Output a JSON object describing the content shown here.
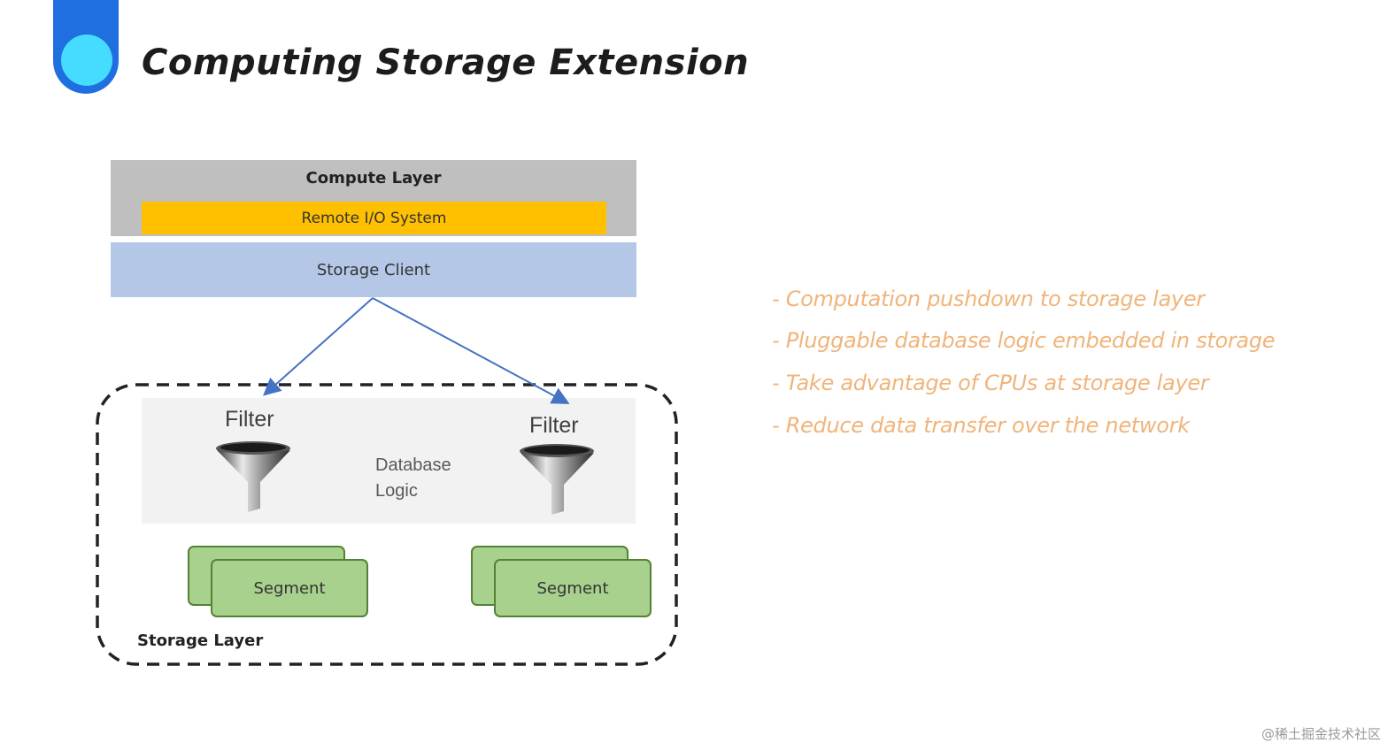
{
  "title": "Computing Storage Extension",
  "colors": {
    "accent_blue": "#1f6fe0",
    "accent_cyan": "#45dcff",
    "compute_layer": "#bfbfbf",
    "remote_io": "#ffc000",
    "storage_client": "#b4c7e7",
    "segment_fill": "#a9d18e",
    "segment_border": "#548235",
    "bullet_text": "#f0b47a",
    "arrow": "#4472c4"
  },
  "diagram": {
    "compute_layer": "Compute Layer",
    "remote_io": "Remote I/O System",
    "storage_client": "Storage Client",
    "filter_left": "Filter",
    "filter_right": "Filter",
    "database_logic_line1": "Database",
    "database_logic_line2": "Logic",
    "segment_left": "Segment",
    "segment_right": "Segment",
    "storage_layer": "Storage Layer"
  },
  "bullets": [
    "- Computation pushdown to storage layer",
    "- Pluggable database logic embedded in storage",
    "- Take advantage of CPUs at storage layer",
    "- Reduce data transfer over the network"
  ],
  "watermark": "@稀土掘金技术社区"
}
